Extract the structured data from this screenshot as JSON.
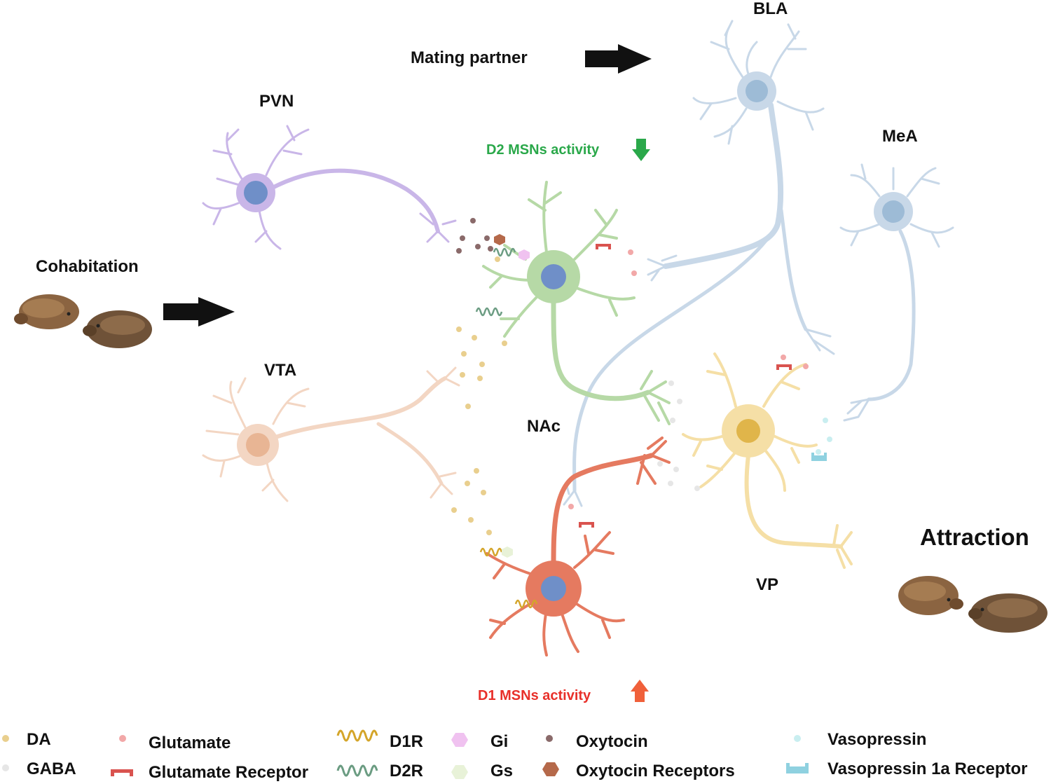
{
  "regions": {
    "bla": "BLA",
    "mea": "MeA",
    "pvn": "PVN",
    "vta": "VTA",
    "nac": "NAc",
    "vp": "VP"
  },
  "context": {
    "mating_partner": "Mating partner",
    "cohabitation": "Cohabitation",
    "attraction": "Attraction"
  },
  "activity": {
    "d2": "D2 MSNs activity",
    "d1": "D1 MSNs activity"
  },
  "legend": [
    {
      "label": "DA",
      "icon": "dot-icon",
      "color": "#e9cf8e"
    },
    {
      "label": "GABA",
      "icon": "dot-icon",
      "color": "#e6e6e6"
    },
    {
      "label": "Glutamate",
      "icon": "dot-icon",
      "color": "#f2a8a8"
    },
    {
      "label": "Glutamate Receptor",
      "icon": "receptor-cup-icon",
      "color": "#d9534f"
    },
    {
      "label": "D1R",
      "icon": "coil-receptor-icon",
      "color": "#d4a52a"
    },
    {
      "label": "D2R",
      "icon": "coil-receptor-icon",
      "color": "#6b9c82"
    },
    {
      "label": "Gi",
      "icon": "hexagon-icon",
      "color": "#f0c2f0"
    },
    {
      "label": "Gs",
      "icon": "hexagon-icon",
      "color": "#e8f2d8"
    },
    {
      "label": "Oxytocin",
      "icon": "dot-icon",
      "color": "#8a6a6a"
    },
    {
      "label": "Oxytocin Receptors",
      "icon": "hexagon-icon",
      "color": "#b5694a"
    },
    {
      "label": "Vasopressin",
      "icon": "dot-icon",
      "color": "#c9eef0"
    },
    {
      "label": "Vasopressin 1a Receptor",
      "icon": "receptor-cup-icon",
      "color": "#8fd1e0"
    }
  ],
  "colors": {
    "pvn_neuron": "#c9b6e8",
    "vta_neuron": "#f3d6c3",
    "d2_neuron": "#b6d9a6",
    "d1_neuron": "#e57a60",
    "vp_neuron": "#f5dfa6",
    "bla_neuron": "#c8d8e8",
    "nucleus": "#6f8fc8",
    "arrow": "#111111",
    "activity_down": "#2aa84a",
    "activity_up": "#f0603a"
  }
}
